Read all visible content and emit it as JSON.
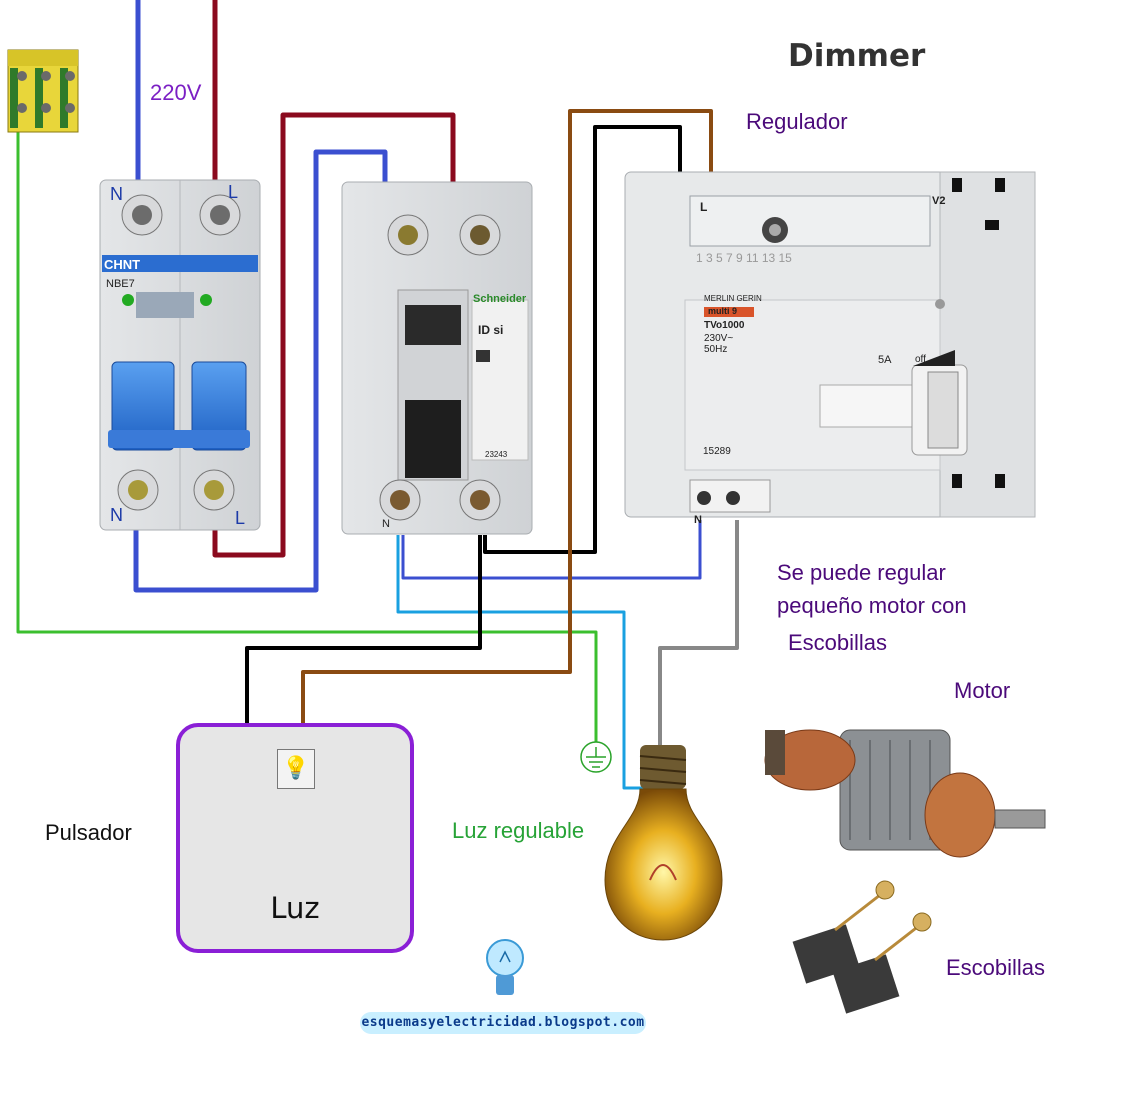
{
  "title": "Dimmer",
  "labels": {
    "voltage": "220V",
    "regulador": "Regulador",
    "note_line1": "Se puede regular",
    "note_line2": "pequeño motor con",
    "note_line3": "Escobillas",
    "motor": "Motor",
    "escobillas": "Escobillas",
    "pulsador": "Pulsador",
    "luz_regulable": "Luz regulable",
    "switch_text": "Luz"
  },
  "breaker": {
    "brand": "CHNT",
    "model": "NBE7",
    "terminal_top_left": "N",
    "terminal_top_right": "L",
    "terminal_bottom_left": "N",
    "terminal_bottom_right": "L"
  },
  "rcd": {
    "brand": "Schneider",
    "model": "ID si",
    "code": "23243",
    "terminal_bottom": "N"
  },
  "dimmer": {
    "brand": "MERLIN GERIN",
    "range": "multi 9",
    "model": "TVo1000",
    "rating_voltage": "230V~",
    "rating_freq": "50Hz",
    "fuse": "5A",
    "off_label": "off",
    "code": "15289",
    "variant": "V2",
    "terminal_top_left": "L",
    "terminal_numbers": "1  3  5  7  9  11  13  15",
    "terminal_bottom_left": "N"
  },
  "footer_url": "esquemasyelectricidad.blogspot.com",
  "colors": {
    "wire_phase": "#8b0a1e",
    "wire_neutral": "#3b4fd0",
    "wire_earth": "#3bbf2e",
    "wire_switch": "#000000",
    "wire_return": "#8a4b12",
    "wire_lamp_neutral": "#1aa0e0",
    "wire_lamp_phase": "#888888",
    "switch_border": "#8a1fd6"
  }
}
